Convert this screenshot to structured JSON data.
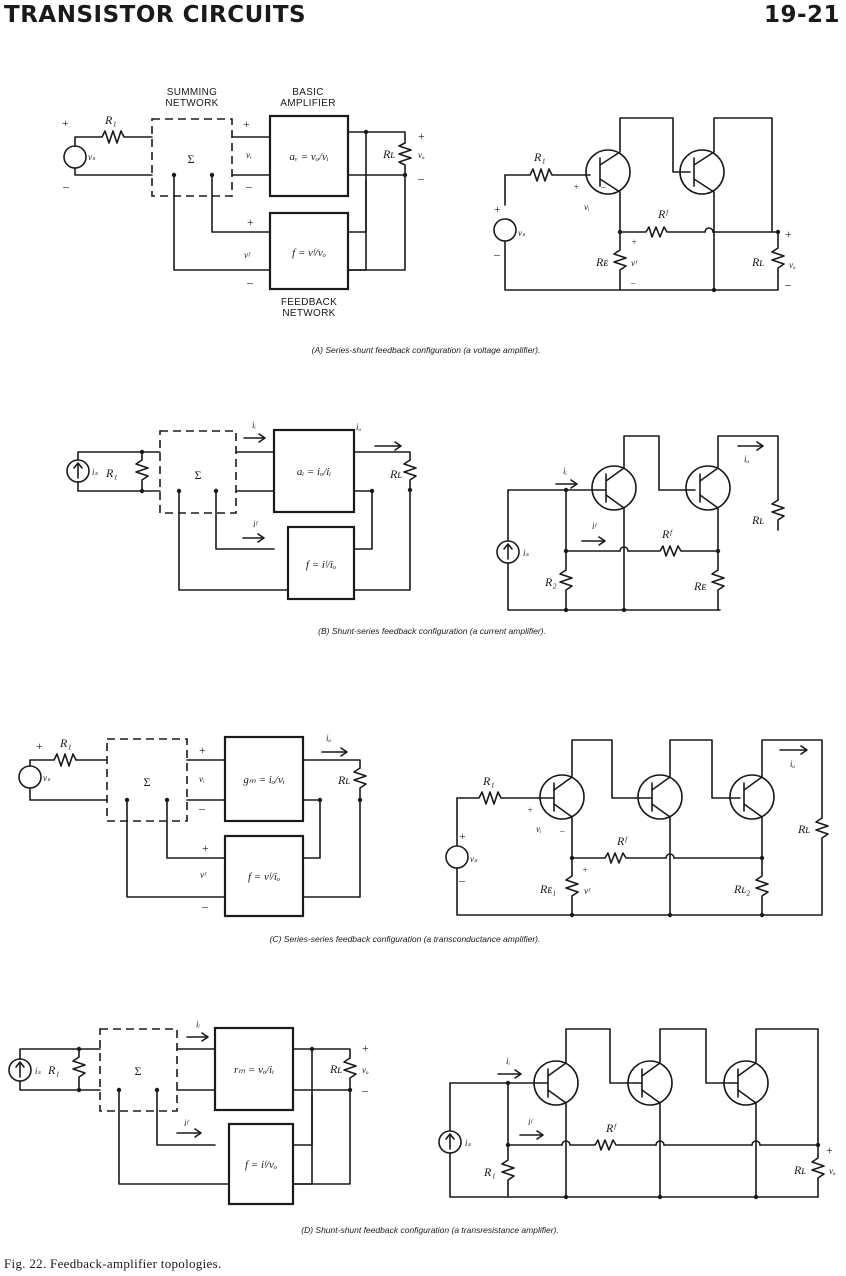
{
  "header": {
    "title": "TRANSISTOR CIRCUITS",
    "page_number": "19-21"
  },
  "figure_caption": "Fig. 22. Feedback-amplifier topologies.",
  "panels": [
    {
      "caption": "(A) Series-shunt feedback configuration (a voltage amplifier).",
      "block_labels": {
        "summing": [
          "SUMMING",
          "NETWORK"
        ],
        "basic": [
          "BASIC",
          "AMPLIFIER"
        ],
        "feedback": [
          "FEEDBACK",
          "NETWORK"
        ]
      },
      "amp_eq": "aᵥ = vₒ/vᵢ",
      "fb_eq": "f = vᶠ/vₒ",
      "sigma": "Σ",
      "labels": {
        "R1": "R₁",
        "RL": "Rʟ",
        "vs": "vₛ",
        "vo": "vₒ",
        "vi": "vᵢ",
        "vf": "vᶠ",
        "RE": "Rᴇ",
        "RF": "Rᶠ"
      }
    },
    {
      "caption": "(B) Shunt-series feedback configuration (a current amplifier).",
      "amp_eq": "aᵢ = iₒ/iᵢ",
      "fb_eq": "f = iᶠ/iₒ",
      "sigma": "Σ",
      "labels": {
        "R1": "R₁",
        "RL": "Rʟ",
        "is": "iₛ",
        "io": "iₒ",
        "ii": "iᵢ",
        "if": "iᶠ",
        "R2": "R₂",
        "RF": "Rᶠ",
        "RE": "Rᴇ"
      }
    },
    {
      "caption": "(C) Series-series feedback configuration (a transconductance amplifier).",
      "amp_eq": "gₘ = iₒ/vᵢ",
      "fb_eq": "f = vᶠ/iₒ",
      "sigma": "Σ",
      "labels": {
        "R1": "R₁",
        "RL": "Rʟ",
        "vs": "vₛ",
        "io": "iₒ",
        "vi": "vᵢ",
        "vf": "vᶠ",
        "RE1": "Rᴇ₁",
        "RL2": "Rʟ₂",
        "RF": "Rᶠ"
      }
    },
    {
      "caption": "(D) Shunt-shunt feedback configuration (a transresistance amplifier).",
      "amp_eq": "rₘ = vₒ/iᵢ",
      "fb_eq": "f = iᶠ/vₒ",
      "sigma": "Σ",
      "labels": {
        "R1": "R₁",
        "RL": "Rʟ",
        "is": "iₛ",
        "vo": "vₒ",
        "ii": "iᵢ",
        "if": "iᶠ",
        "RF": "Rᶠ"
      }
    }
  ],
  "signs": {
    "plus": "+",
    "minus": "–"
  }
}
